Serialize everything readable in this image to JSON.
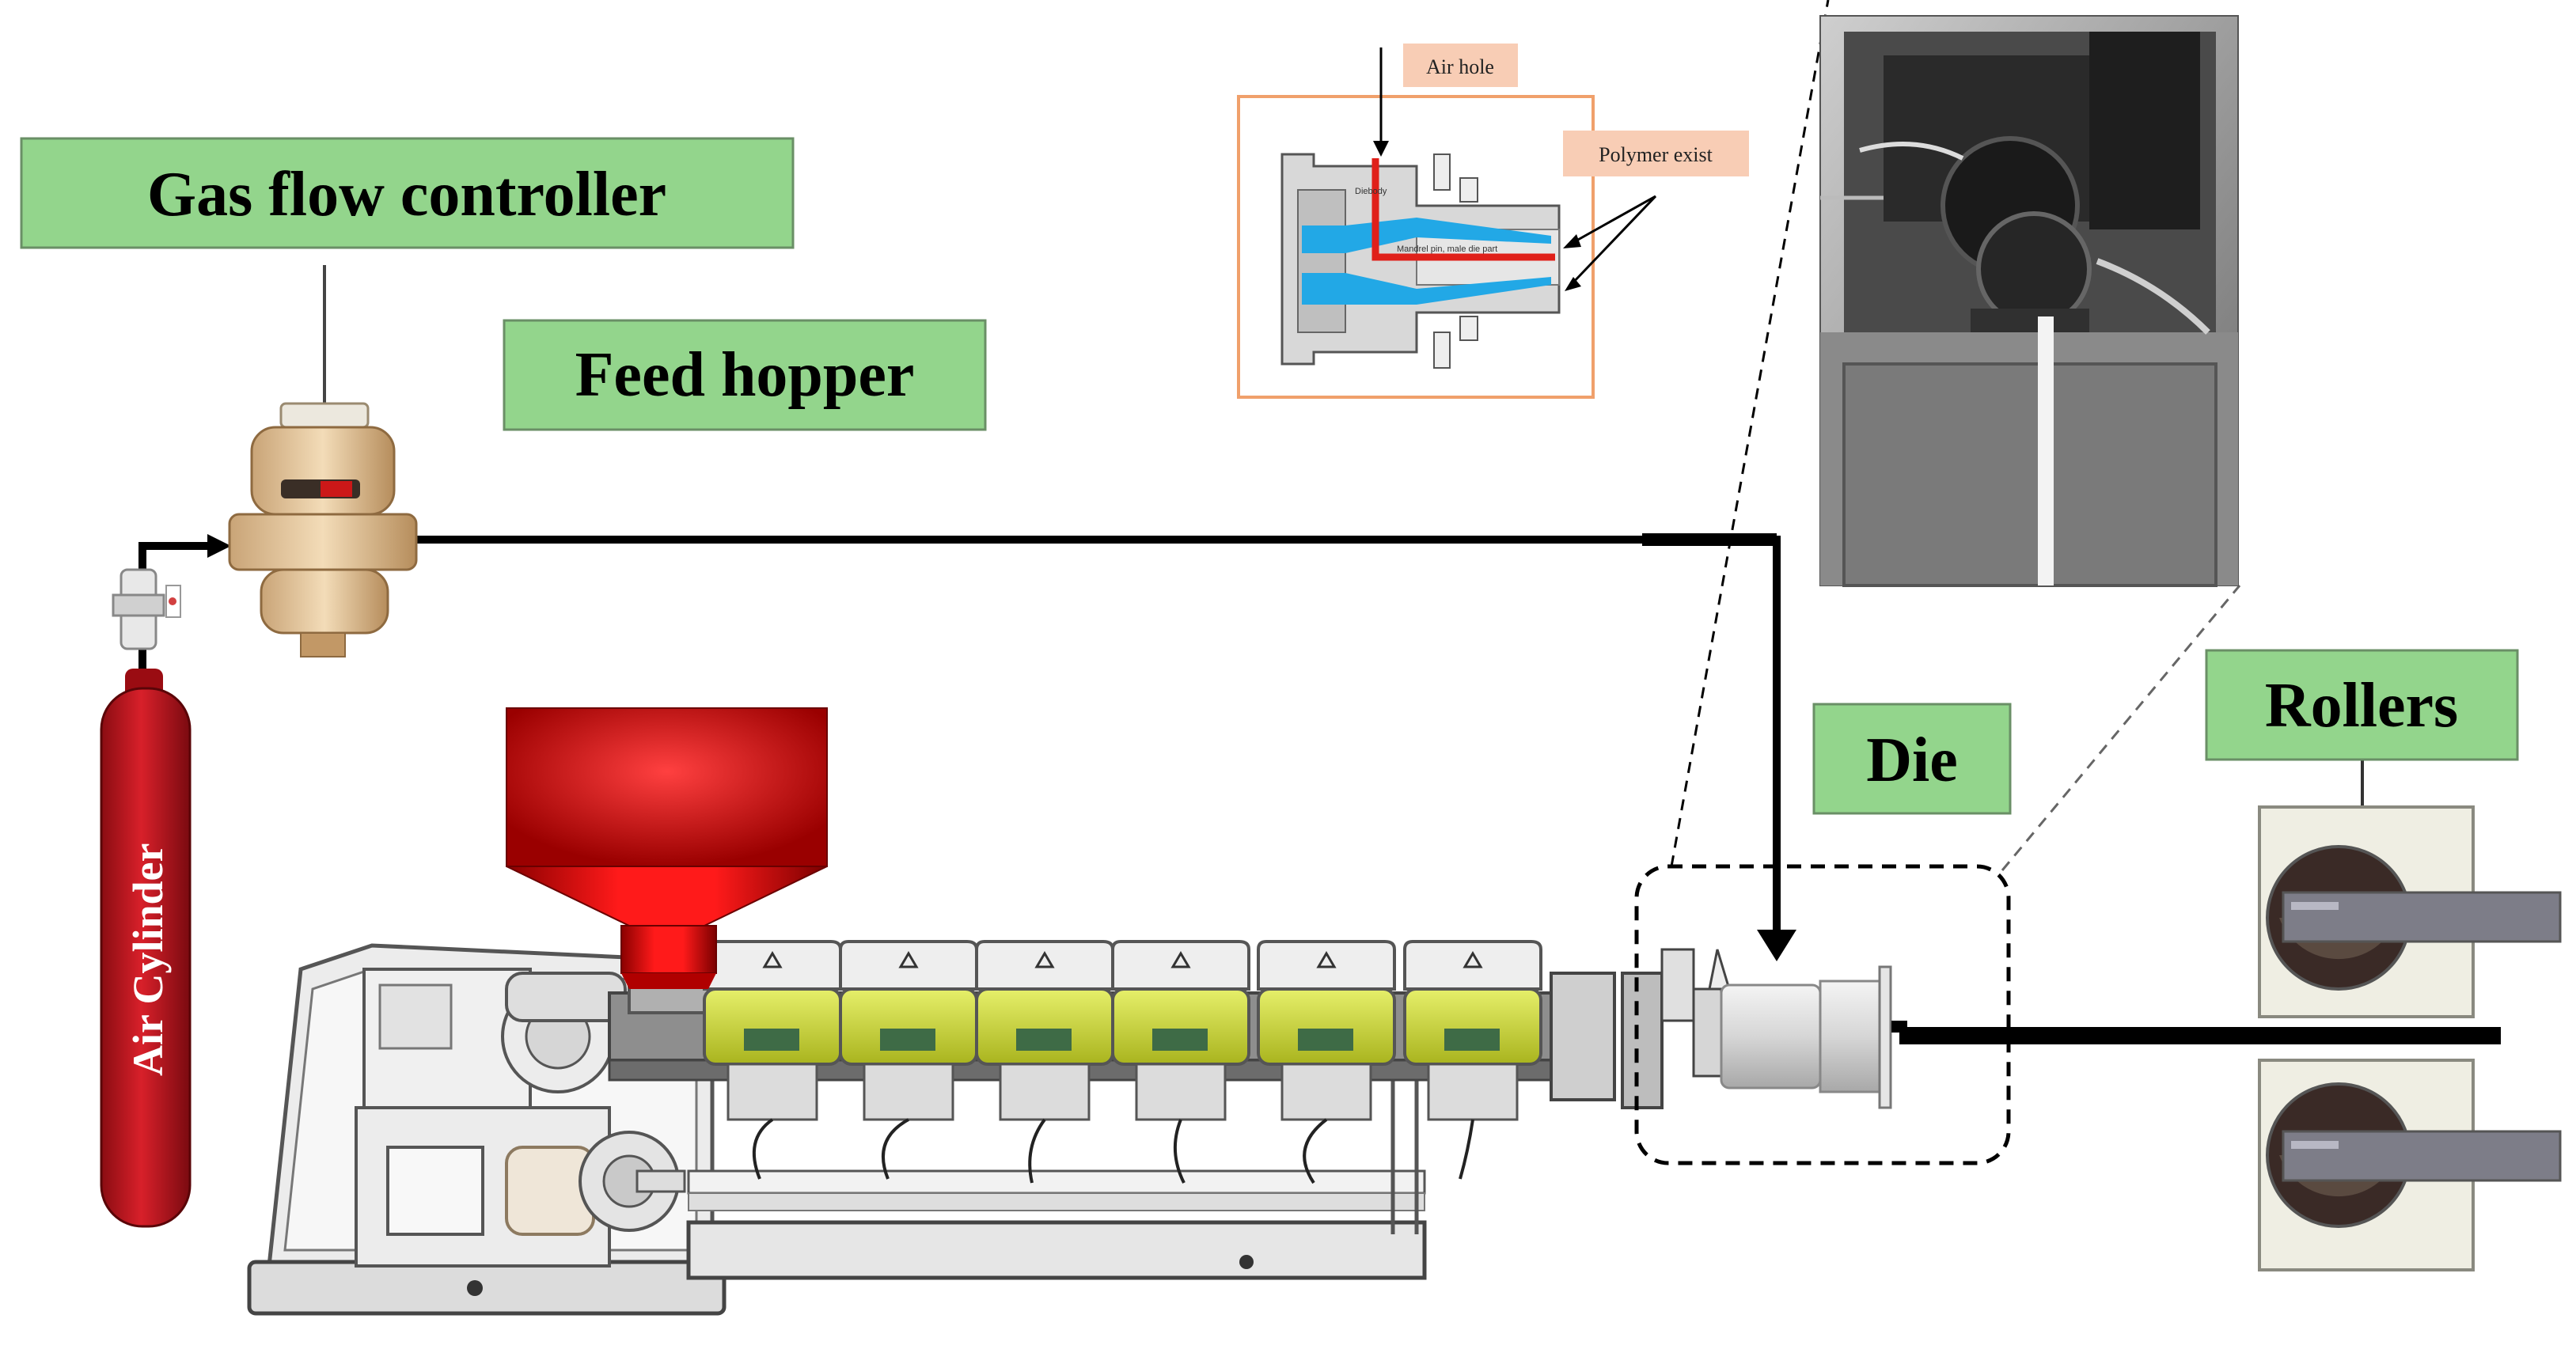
{
  "labels": {
    "gas_flow_controller": "Gas flow controller",
    "feed_hopper": "Feed hopper",
    "die": "Die",
    "rollers": "Rollers",
    "air_cylinder": "Air Cylinder",
    "air_hole": "Air hole",
    "polymer_exist": "Polymer exist",
    "die_body": "Diebody",
    "mandrel_note": "Mandrel pin, male die part"
  },
  "colors": {
    "label_fill": "#93d58c",
    "label_stroke": "#6a8f66",
    "callout_fill": "#f8cdb5",
    "hopper_red": "#e30000",
    "cylinder_red": "#c8141c",
    "heater_yellow": "#d4e23c",
    "detail_border": "#f0a06b",
    "air_path_red": "#e0201a",
    "polymer_blue": "#22a8e6"
  },
  "icons": {
    "gas_flow_controller": "brass-flow-meter-icon",
    "valve": "valve-icon",
    "photo": "die-photo-icon"
  }
}
